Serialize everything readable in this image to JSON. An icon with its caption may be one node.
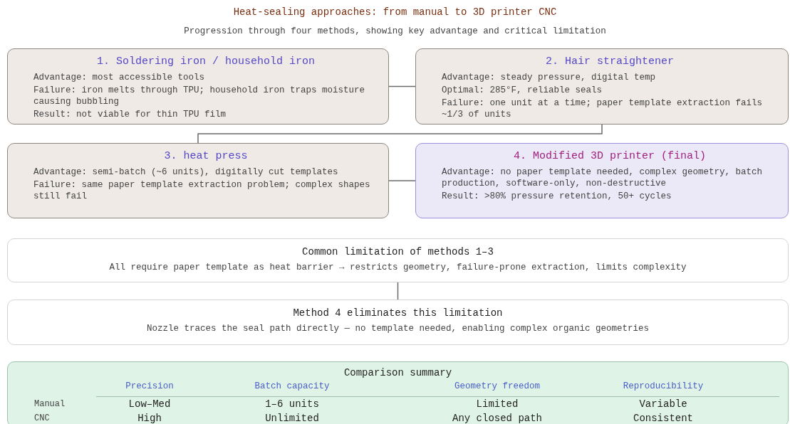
{
  "diagram": {
    "title": "Heat-sealing approaches: from manual to 3D printer CNC",
    "caption": "Progression through four methods, showing key advantage and critical limitation",
    "nodes": [
      {
        "text": [
          "1. Soldering iron / household iron",
          "Advantage: most accessible tools",
          "Failure: iron melts through TPU; household iron traps moisture causing bubbling",
          "Result: not viable for thin TPU film"
        ]
      },
      {
        "text": [
          "2. Hair straightener",
          "Advantage: steady pressure, digital temp",
          "Optimal: 285°F, reliable seals",
          "Failure: one unit at a time; paper template extraction fails ~1/3 of units"
        ]
      },
      {
        "text": [
          "3. heat press",
          "Advantage: semi-batch (~6 units), digitally cut templates",
          "Failure: same paper template extraction problem; complex shapes still fail"
        ]
      },
      {
        "text": [
          "4. Modified 3D printer (final)",
          "Advantage: no paper template needed, complex geometry, batch production, software-only, non-destructive",
          "Result: >80% pressure retention, 50+ cycles"
        ]
      },
      {
        "text": [
          "Common limitation of methods 1–3",
          "All require paper template as heat barrier → restricts geometry, failure-prone extraction, limits complexity"
        ]
      },
      {
        "text": [
          "Method 4 eliminates this limitation",
          "Nozzle traces the seal path directly — no template needed, enabling complex organic geometries"
        ]
      },
      {
        "text": [
          "Comparison summary"
        ]
      }
    ],
    "edges": [
      {
        "from": 0,
        "to": 1,
        "arrow": "none"
      },
      {
        "from": 1,
        "to": 2,
        "arrow": "none"
      },
      {
        "from": 2,
        "to": 3,
        "arrow": "none"
      },
      {
        "from": 4,
        "to": 5,
        "arrow": "none"
      }
    ],
    "labels": [
      "Precision",
      "Batch capacity",
      "Geometry freedom",
      "Reproducibility",
      "Manual",
      "Low–Med",
      "1–6 units",
      "Limited",
      "Variable",
      "CNC",
      "High",
      "Unlimited",
      "Any closed path",
      "Consistent"
    ]
  }
}
